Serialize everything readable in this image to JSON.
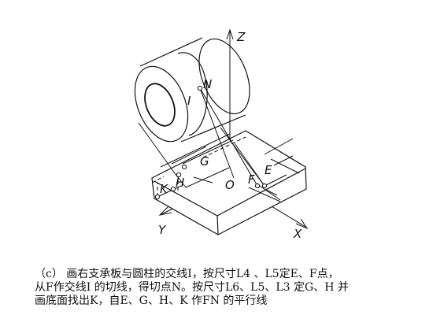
{
  "diagram": {
    "axes": {
      "z": "Z",
      "y": "Y",
      "x": "X"
    },
    "points": {
      "n": "N",
      "g": "G",
      "k": "K",
      "h": "H",
      "o": "O",
      "f": "F",
      "e": "E",
      "i": "I"
    }
  },
  "caption": {
    "line1": "（c） 画右支承板与圆柱的交线I，按尺寸L4 、L5定E、F点，",
    "line2": "从F作交线I 的切线，得切点N。按尺寸L6、L5、L3 定G、H 并",
    "line3": "画底面找出K，自E、G、H、K 作FN 的平行线"
  }
}
